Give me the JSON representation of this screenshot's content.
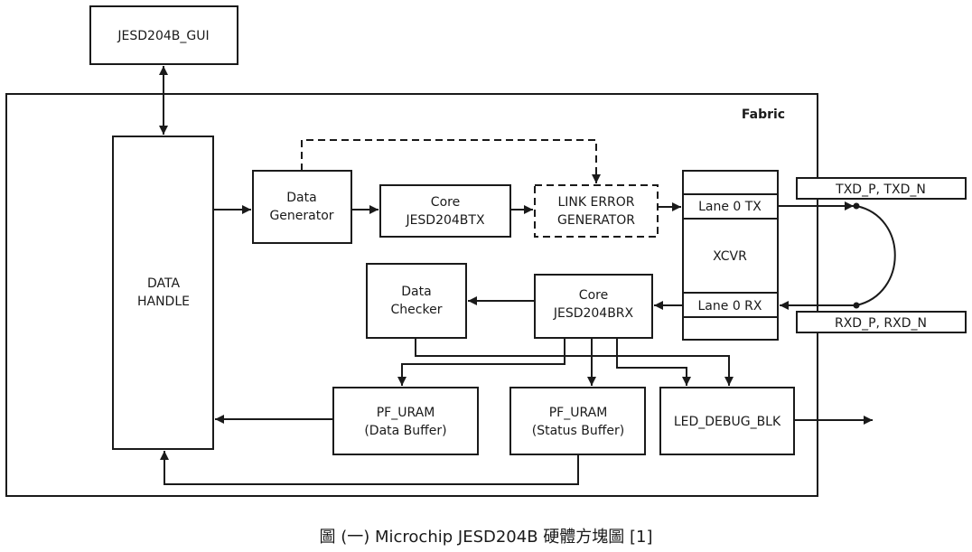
{
  "diagram": {
    "gui": "JESD204B_GUI",
    "fabric": "Fabric",
    "data_handle": [
      "DATA",
      "HANDLE"
    ],
    "data_generator": [
      "Data",
      "Generator"
    ],
    "core_tx": [
      "Core",
      "JESD204BTX"
    ],
    "link_error": [
      "LINK ERROR",
      "GENERATOR"
    ],
    "xcvr": "XCVR",
    "lane_tx": "Lane 0 TX",
    "lane_rx": "Lane 0 RX",
    "txd": "TXD_P, TXD_N",
    "rxd": "RXD_P, RXD_N",
    "data_checker": [
      "Data",
      "Checker"
    ],
    "core_rx": [
      "Core",
      "JESD204BRX"
    ],
    "uram_data": [
      "PF_URAM",
      "(Data Buffer)"
    ],
    "uram_status": [
      "PF_URAM",
      "(Status Buffer)"
    ],
    "led_debug": "LED_DEBUG_BLK"
  },
  "caption": "圖 (一) Microchip JESD204B 硬體方塊圖 [1]"
}
